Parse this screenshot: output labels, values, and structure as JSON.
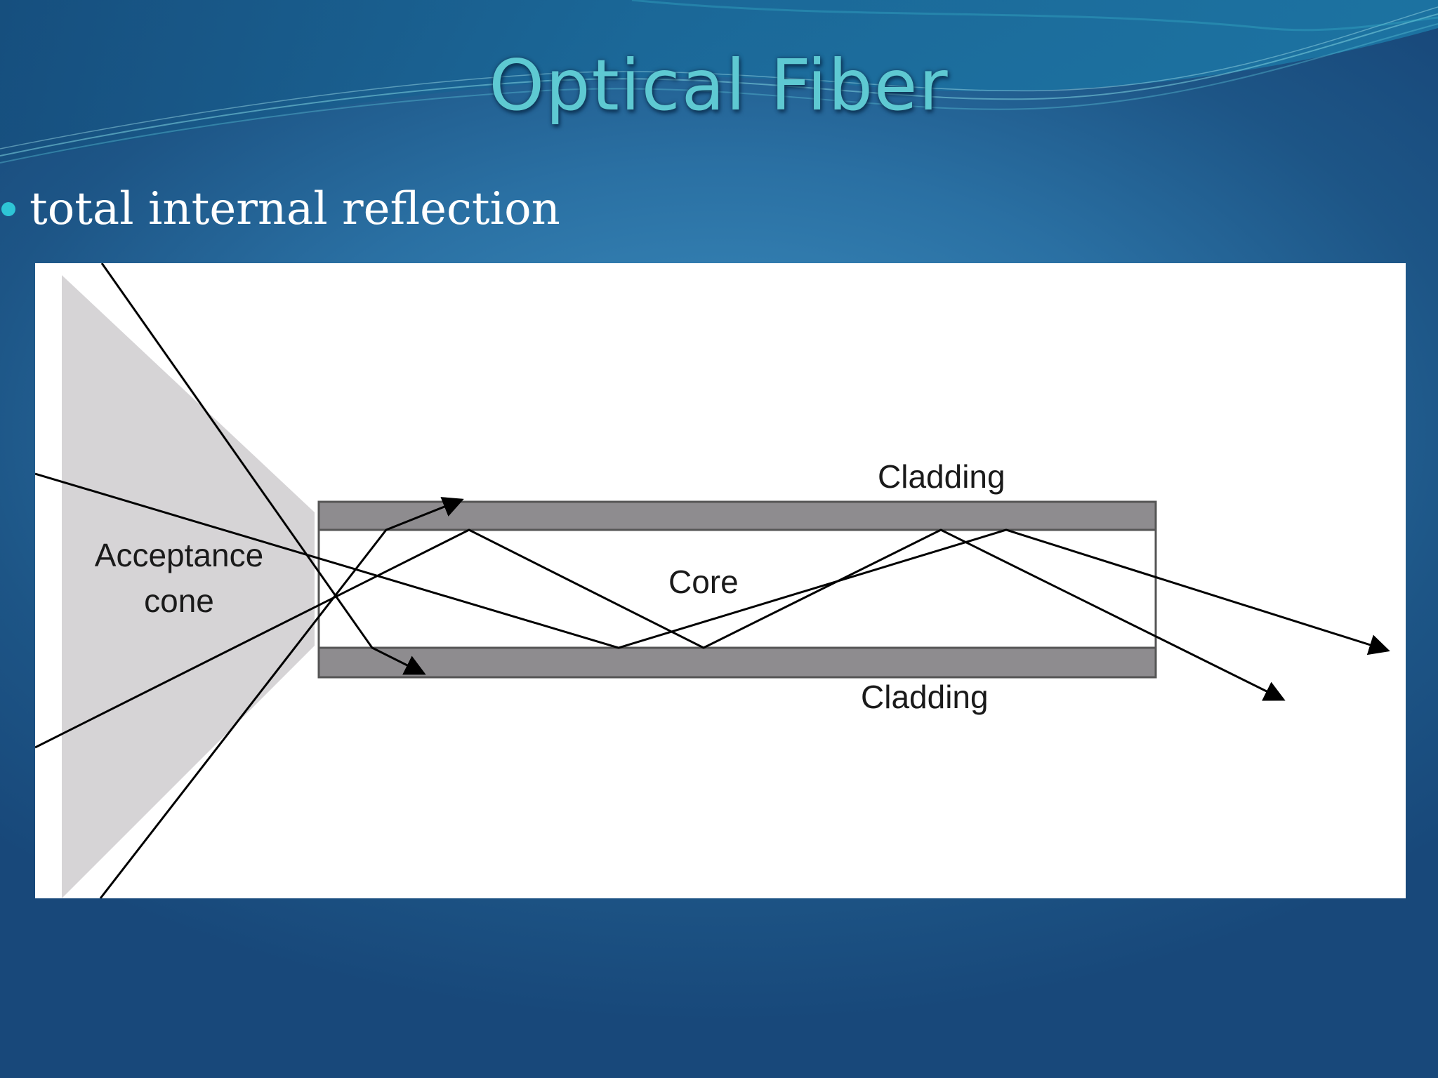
{
  "slide": {
    "title": "Optical Fiber",
    "bullet": "total internal reflection"
  },
  "diagram": {
    "labels": {
      "cladding_top": "Cladding",
      "cladding_bottom": "Cladding",
      "core": "Core",
      "acceptance_line1": "Acceptance",
      "acceptance_line2": "cone"
    }
  },
  "colors": {
    "title": "#5ec9d2",
    "bullet": "#2ec5d6",
    "cladding": "#8e8c8f",
    "cone": "#d6d4d6"
  }
}
